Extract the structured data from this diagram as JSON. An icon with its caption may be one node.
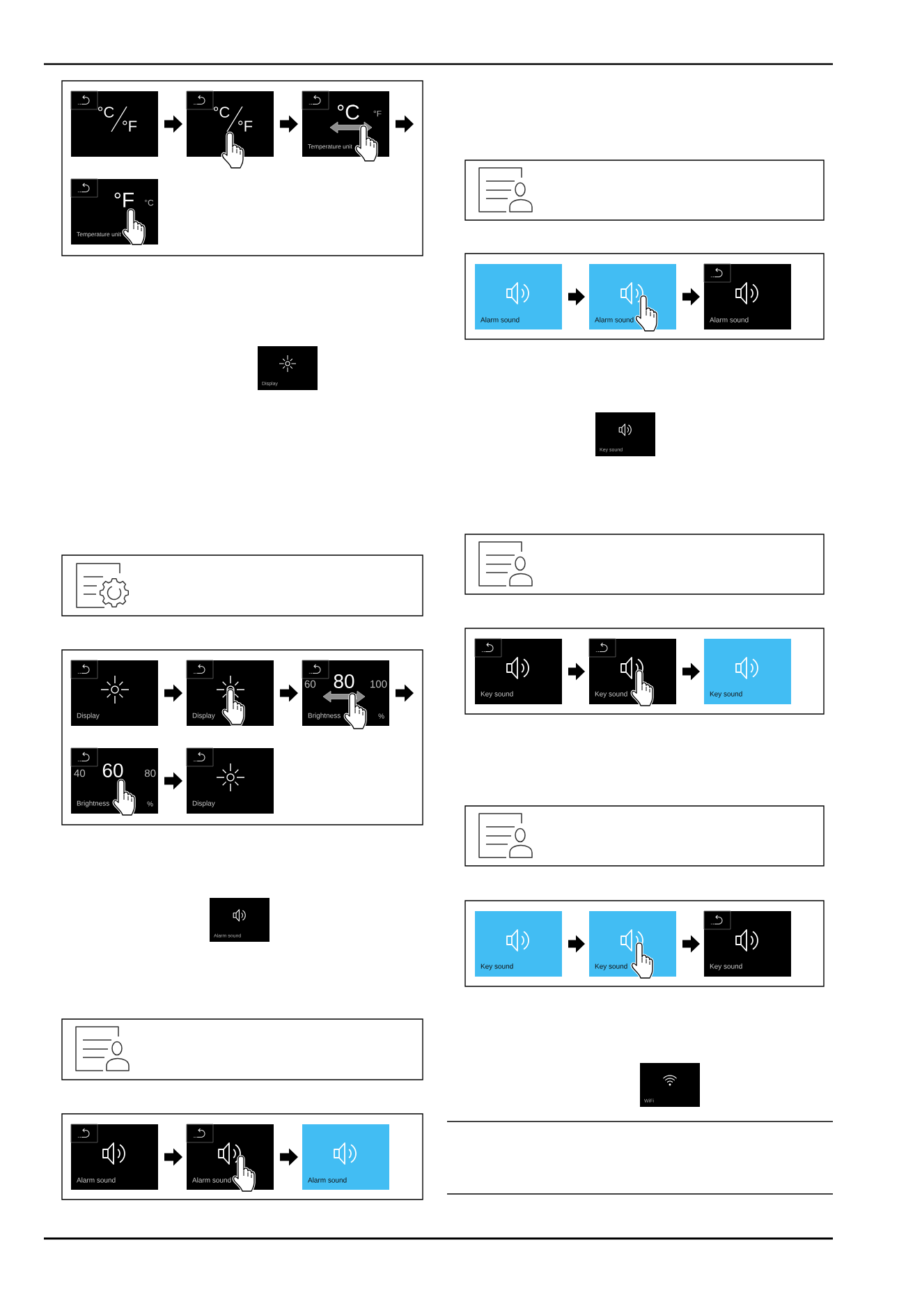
{
  "diagram": {
    "nodes": [
      {
        "text": [],
        "shape": "box"
      },
      {
        "text": [
          "°C",
          "°F"
        ],
        "in": 0
      },
      {
        "text": [
          "°C",
          "°F"
        ],
        "in": 0
      },
      {
        "text": [
          "°C",
          "°F",
          "Temperature unit"
        ],
        "in": 0
      },
      {
        "text": [
          "°F",
          "°C",
          "Temperature unit"
        ],
        "in": 0
      },
      {
        "text": [
          "Display"
        ]
      },
      {
        "text": [],
        "shape": "box"
      },
      {
        "text": [],
        "shape": "box"
      },
      {
        "text": [
          "Display"
        ],
        "in": 7
      },
      {
        "text": [
          "Display"
        ],
        "in": 7
      },
      {
        "text": [
          "60",
          "80",
          "100",
          "Brightness",
          "%"
        ],
        "in": 7
      },
      {
        "text": [
          "40",
          "60",
          "80",
          "Brightness",
          "%"
        ],
        "in": 7
      },
      {
        "text": [
          "Display"
        ],
        "in": 7
      },
      {
        "text": [
          "Alarm sound"
        ]
      },
      {
        "text": [],
        "shape": "box"
      },
      {
        "text": [],
        "shape": "box"
      },
      {
        "text": [
          "Alarm sound"
        ],
        "in": 15
      },
      {
        "text": [
          "Alarm sound"
        ],
        "in": 15
      },
      {
        "text": [
          "Alarm sound"
        ],
        "in": 15
      },
      {
        "text": [],
        "shape": "box"
      },
      {
        "text": [],
        "shape": "box"
      },
      {
        "text": [
          "Alarm sound"
        ],
        "in": 20
      },
      {
        "text": [
          "Alarm sound"
        ],
        "in": 20
      },
      {
        "text": [
          "Alarm sound"
        ],
        "in": 20
      },
      {
        "text": [
          "Key sound"
        ]
      },
      {
        "text": [],
        "shape": "box"
      },
      {
        "text": [],
        "shape": "box"
      },
      {
        "text": [
          "Key sound"
        ],
        "in": 26
      },
      {
        "text": [
          "Key sound"
        ],
        "in": 26
      },
      {
        "text": [
          "Key sound"
        ],
        "in": 26
      },
      {
        "text": [],
        "shape": "box"
      },
      {
        "text": [],
        "shape": "box"
      },
      {
        "text": [
          "Key sound"
        ],
        "in": 31
      },
      {
        "text": [
          "Key sound"
        ],
        "in": 31
      },
      {
        "text": [
          "Key sound"
        ],
        "in": 31
      },
      {
        "text": [
          "WiFi"
        ]
      }
    ],
    "edges": [
      {
        "from": 1,
        "to": 2,
        "arrow": "to"
      },
      {
        "from": 2,
        "to": 3,
        "arrow": "to"
      },
      {
        "from": 3,
        "to": null,
        "arrow": "to"
      },
      {
        "from": 8,
        "to": 9,
        "arrow": "to"
      },
      {
        "from": 9,
        "to": 10,
        "arrow": "to"
      },
      {
        "from": 10,
        "to": null,
        "arrow": "to"
      },
      {
        "from": 11,
        "to": 12,
        "arrow": "to"
      },
      {
        "from": 16,
        "to": 17,
        "arrow": "to"
      },
      {
        "from": 17,
        "to": 18,
        "arrow": "to"
      },
      {
        "from": 21,
        "to": 22,
        "arrow": "to"
      },
      {
        "from": 22,
        "to": 23,
        "arrow": "to"
      },
      {
        "from": 27,
        "to": 28,
        "arrow": "to"
      },
      {
        "from": 28,
        "to": 29,
        "arrow": "to"
      },
      {
        "from": 32,
        "to": 33,
        "arrow": "to"
      },
      {
        "from": 33,
        "to": 34,
        "arrow": "to"
      }
    ]
  }
}
